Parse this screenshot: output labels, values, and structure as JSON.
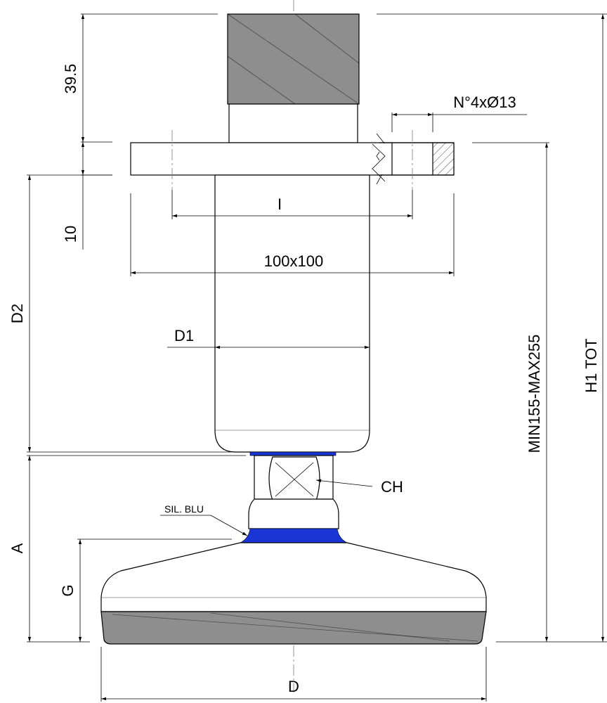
{
  "drawing": {
    "labels": {
      "height_top": "39.5",
      "flange_thickness": "10",
      "holes": "N°4xØ13",
      "hole_spacing": "I",
      "plate_size": "100x100",
      "d2": "D2",
      "d1": "D1",
      "adjust_range": "MIN155-MAX255",
      "total_height": "H1 TOT",
      "wrench": "CH",
      "silicone": "SIL. BLU",
      "a": "A",
      "g": "G",
      "base_diameter": "D"
    },
    "colors": {
      "block_fill": "#8e8e8e",
      "base_fill": "#8e8e8e",
      "silicone": "#1a35d6"
    }
  }
}
